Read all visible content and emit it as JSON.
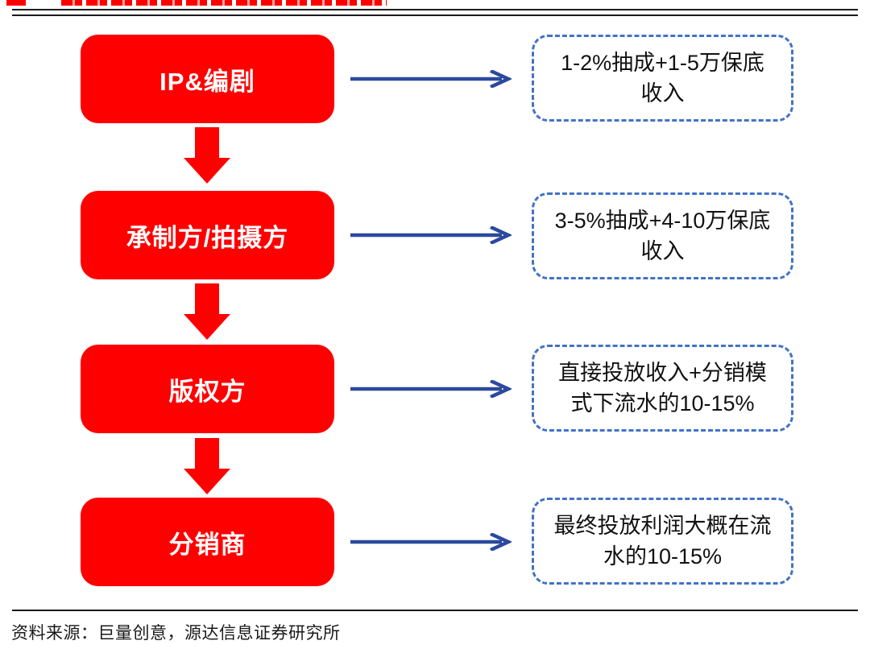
{
  "theme": {
    "bg": "#ffffff",
    "node-color": "#ff0000",
    "node-text": "#ffffff",
    "arrow-blue": "#2b4a9e",
    "dash-blue": "#4472c4",
    "rule-color": "#1a1a1a",
    "text-color": "#111111"
  },
  "flow": {
    "rows": [
      {
        "node": "IP&编剧",
        "note_lines": [
          "1-2%抽成+1-5万保底",
          "收入"
        ]
      },
      {
        "node": "承制方/拍摄方",
        "note_lines": [
          "3-5%抽成+4-10万保底",
          "收入"
        ]
      },
      {
        "node": "版权方",
        "note_lines": [
          "直接投放收入+分销模",
          "式下流水的10-15%"
        ]
      },
      {
        "node": "分销商",
        "note_lines": [
          "最终投放利润大概在流",
          "水的10-15%"
        ]
      }
    ]
  },
  "footer": {
    "source": "资料来源：巨量创意，源达信息证券研究所"
  }
}
